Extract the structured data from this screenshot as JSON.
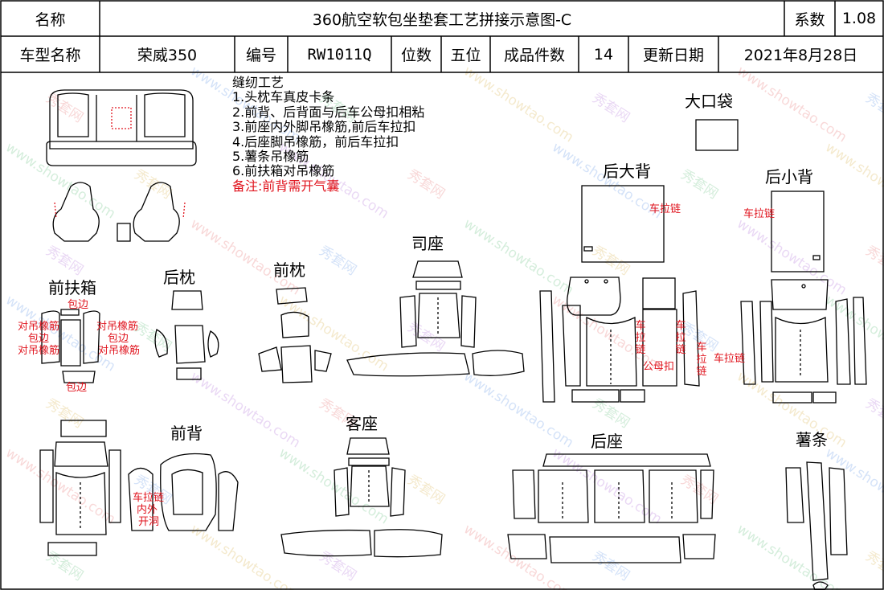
{
  "header": {
    "name_label": "名称",
    "doc_title": "360航空软包坐垫套工艺拼接示意图-C",
    "coef_label": "系数",
    "coef_value": "1.08",
    "model_label": "车型名称",
    "model_value": "荣威350",
    "code_label": "编号",
    "code_value": "RW1011Q",
    "seats_label": "位数",
    "seats_value": "五位",
    "pieces_label": "成品件数",
    "pieces_value": "14",
    "date_label": "更新日期",
    "date_value": "2021年8月28日"
  },
  "craft": {
    "title": "缝纫工艺",
    "steps": [
      "1.头枕车真皮卡条",
      "2.前背、后背面与后车公母扣相粘",
      "3.前座内外脚吊橡筋,前后车拉扣",
      "4.后座脚吊橡筋，前后车拉扣",
      "5.薯条吊橡筋",
      "6.前扶箱对吊橡筋"
    ],
    "remark": "备注:前背需开气囊"
  },
  "sections": {
    "pocket": "大口袋",
    "rear_back": "后大背",
    "rear_small_back": "后小背",
    "driver_seat": "司座",
    "front_armrest": "前扶箱",
    "rear_pillow": "后枕",
    "front_pillow": "前枕",
    "front_back": "前背",
    "passenger_seat": "客座",
    "rear_seat": "后座",
    "strip": "薯条"
  },
  "notes": {
    "zipper": "车拉链",
    "edge": "包边",
    "hang_elastic": "对吊橡筋",
    "male_female": "公母扣",
    "zip_char1": "车",
    "zip_char2": "拉",
    "zip_char3": "链",
    "inner_outer": "内外",
    "open_hole": "开洞"
  },
  "watermark": {
    "cn": "秀套网",
    "url": "www.showtao.com"
  },
  "colors": {
    "line": "#000000",
    "note_red": "#e0141e"
  }
}
